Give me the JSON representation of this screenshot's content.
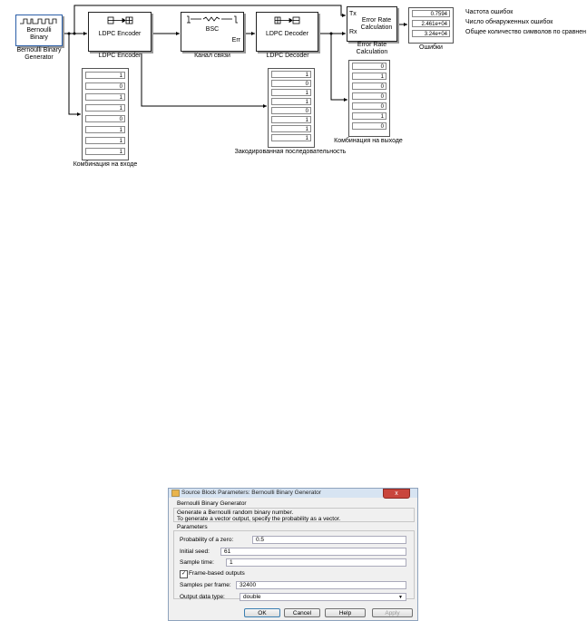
{
  "model": {
    "bernoulli_block": {
      "line1": "Bernoulli",
      "line2": "Binary",
      "caption_line1": "Bernoulli Binary",
      "caption_line2": "Generator"
    },
    "encoder_block": {
      "caption": "LDPC Encoder",
      "text": "LDPC Encoder"
    },
    "bsc_block": {
      "text": "BSC",
      "port_err": "Err",
      "caption": "Канал связи"
    },
    "decoder_block": {
      "caption": "LDPC Decoder",
      "text": "LDPC Decoder"
    },
    "error_rate_block": {
      "line1": "Error Rate",
      "line2": "Calculation",
      "port_tx": "Tx",
      "port_rx": "Rx",
      "caption_line1": "Error Rate",
      "caption_line2": "Calculation"
    },
    "errors_display": {
      "caption": "Ошибки",
      "values": [
        "0.7594",
        "2.461e+04",
        "3.24e+04"
      ]
    },
    "error_labels": [
      "Частота ошибок",
      "Число обнаруженных ошибок",
      "Общее количество символов по сравнен"
    ],
    "input_display": {
      "caption": "Комбинация на входе",
      "values": [
        "1",
        "0",
        "1",
        "1",
        "0",
        "1",
        "1",
        "1"
      ]
    },
    "encoded_display": {
      "caption": "Закодированная последовательность",
      "values": [
        "1",
        "0",
        "1",
        "1",
        "0",
        "1",
        "1",
        "1"
      ]
    },
    "output_display": {
      "caption": "Комбинация на выходе",
      "values": [
        "0",
        "1",
        "0",
        "0",
        "0",
        "1",
        "0"
      ]
    }
  },
  "dialog": {
    "title": "Source Block Parameters: Bernoulli Binary Generator",
    "close_label": "x",
    "block_name": "Bernoulli Binary Generator",
    "description_line1": "Generate a Bernoulli random binary number.",
    "description_line2": "To generate a vector output, specify the probability as a vector.",
    "section": "Parameters",
    "prob_label": "Probability of a zero:",
    "prob_value": "0.5",
    "seed_label": "Initial seed:",
    "seed_value": "61",
    "sample_time_label": "Sample time:",
    "sample_time_value": "1",
    "frame_based_label": "Frame-based outputs",
    "frame_based_checked": true,
    "samples_label": "Samples per frame:",
    "samples_value": "32400",
    "dtype_label": "Output data type:",
    "dtype_value": "double",
    "buttons": {
      "ok": "OK",
      "cancel": "Cancel",
      "help": "Help",
      "apply": "Apply"
    }
  }
}
